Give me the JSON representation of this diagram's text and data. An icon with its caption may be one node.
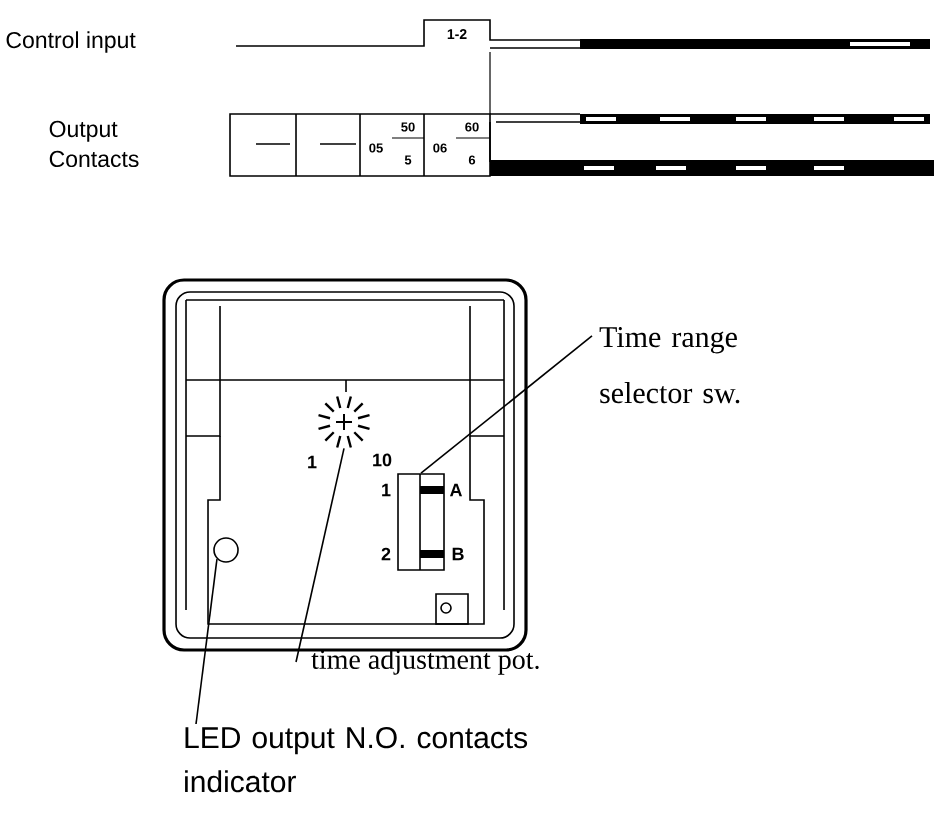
{
  "diagram": {
    "nodes": [
      {
        "text": [
          "Time range selector sw."
        ]
      },
      {
        "text": [],
        "shape": "box",
        "beside": [
          "1",
          "A",
          "2",
          "B"
        ]
      },
      {
        "text": [
          "time adjustment pot."
        ]
      },
      {
        "text": [],
        "shape": "circle"
      },
      {
        "text": [
          "LED output N.O. contacts indicator"
        ]
      },
      {
        "text": [],
        "shape": "circle"
      }
    ],
    "edges": [
      {
        "from": 0,
        "to": 1,
        "arrow": "none"
      },
      {
        "from": 2,
        "to": 3,
        "arrow": "none"
      },
      {
        "from": 4,
        "to": 5,
        "arrow": "none"
      }
    ],
    "labels": [
      "Control input",
      "1-2",
      "Output Contacts",
      "05",
      "50",
      "5",
      "06",
      "60",
      "6",
      "1",
      "10"
    ]
  }
}
